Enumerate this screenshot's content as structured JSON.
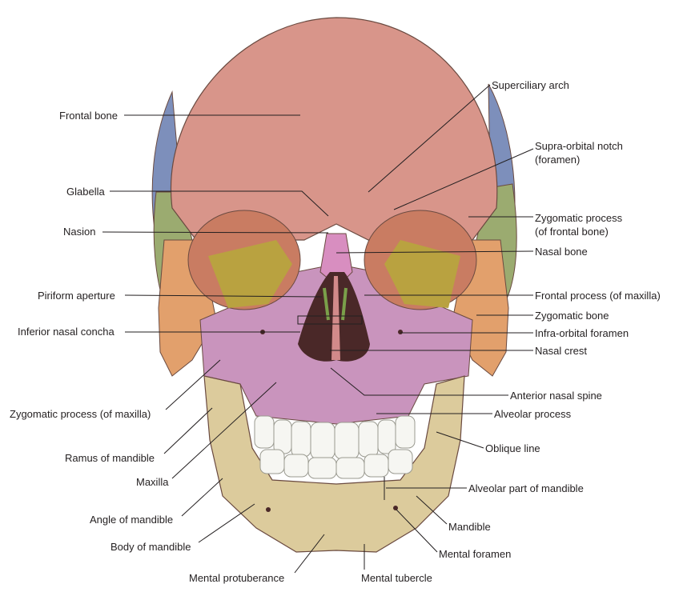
{
  "labels": {
    "frontal_bone": "Frontal bone",
    "glabella": "Glabella",
    "nasion": "Nasion",
    "piriform_aperture": "Piriform aperture",
    "inferior_nasal_concha": "Inferior nasal concha",
    "zygomatic_process_maxilla": "Zygomatic process (of maxilla)",
    "ramus_of_mandible": "Ramus of mandible",
    "maxilla": "Maxilla",
    "angle_of_mandible": "Angle of mandible",
    "body_of_mandible": "Body of mandible",
    "mental_protuberance": "Mental protuberance",
    "superciliary_arch": "Superciliary arch",
    "supra_orbital_notch_1": "Supra-orbital notch",
    "supra_orbital_notch_2": "(foramen)",
    "zygomatic_process_frontal_1": "Zygomatic process",
    "zygomatic_process_frontal_2": "(of frontal bone)",
    "nasal_bone": "Nasal bone",
    "frontal_process_maxilla": "Frontal process (of maxilla)",
    "zygomatic_bone": "Zygomatic bone",
    "infra_orbital_foramen": "Infra-orbital foramen",
    "nasal_crest": "Nasal crest",
    "anterior_nasal_spine": "Anterior nasal spine",
    "alveolar_process": "Alveolar process",
    "oblique_line": "Oblique line",
    "alveolar_part_of_mandible": "Alveolar part of mandible",
    "mandible": "Mandible",
    "mental_foramen": "Mental foramen",
    "mental_tubercle": "Mental tubercle"
  },
  "colors": {
    "frontal": "#d8958a",
    "temporal": "#7d8fbb",
    "sphenoid": "#9bab70",
    "zygomatic": "#e2a06c",
    "orbit_inner": "#b9a240",
    "maxilla": "#c994bd",
    "mandible": "#dccb9c",
    "teeth": "#f6f6f2",
    "cavity": "#4a2828"
  }
}
